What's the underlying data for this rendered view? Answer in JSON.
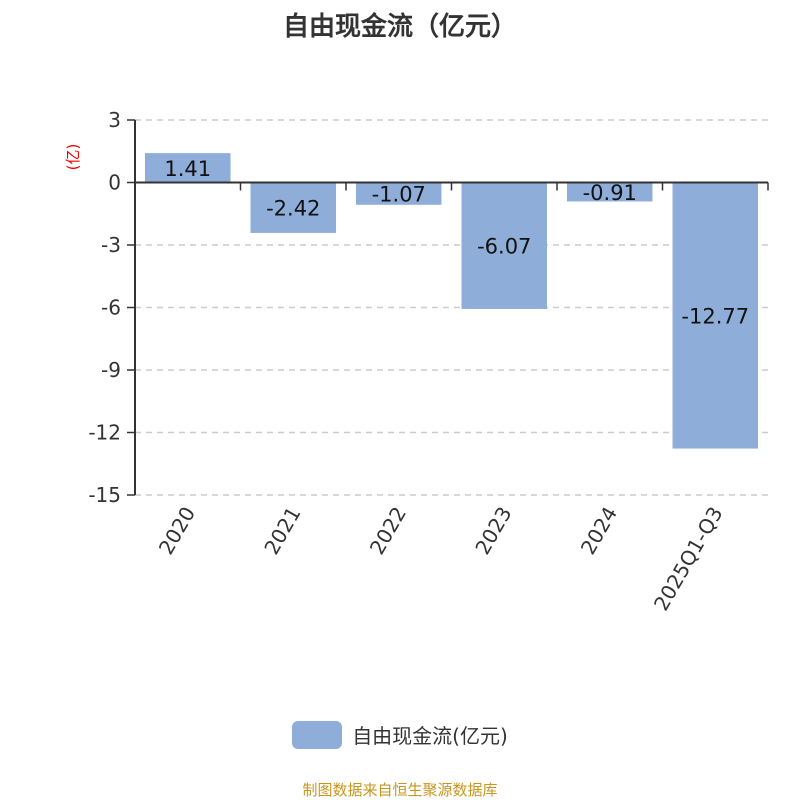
{
  "chart_data": {
    "type": "bar",
    "title": "自由现金流（亿元）",
    "ylabel": "(亿)",
    "xlabel": "",
    "categories": [
      "2020",
      "2021",
      "2022",
      "2023",
      "2024",
      "2025Q1-Q3"
    ],
    "series": [
      {
        "name": "自由现金流(亿元)",
        "values": [
          1.41,
          -2.42,
          -1.07,
          -6.07,
          -0.91,
          -12.77
        ]
      }
    ],
    "data_labels": [
      "1.41",
      "-2.42",
      "-1.07",
      "-6.07",
      "-0.91",
      "-12.77"
    ],
    "ylim": [
      -15,
      3
    ],
    "yticks": [
      3,
      0,
      -3,
      -6,
      -9,
      -12,
      -15
    ],
    "grid": true,
    "legend_position": "bottom",
    "bar_color": "#8eadd9"
  },
  "source": "制图数据来自恒生聚源数据库"
}
